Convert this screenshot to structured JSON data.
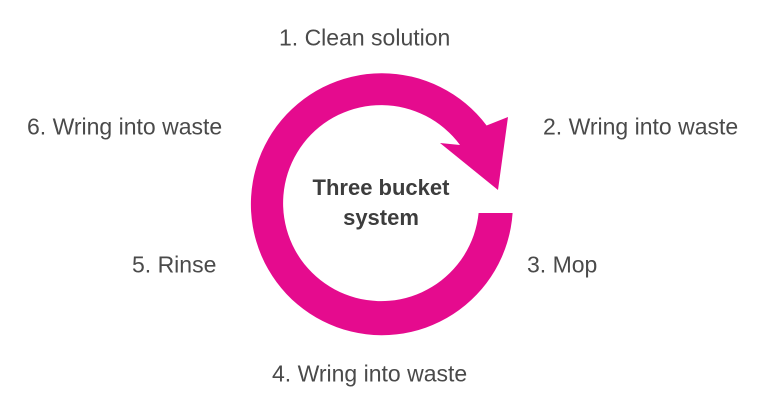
{
  "title": [
    "Three bucket",
    "system"
  ],
  "steps": [
    "1.  Clean solution",
    "2. Wring into waste",
    "3. Mop",
    "4. Wring into waste",
    "5. Rinse",
    "6. Wring into waste"
  ],
  "colors": {
    "arrow": "#e50b8e",
    "text": "#4a4a4a"
  }
}
